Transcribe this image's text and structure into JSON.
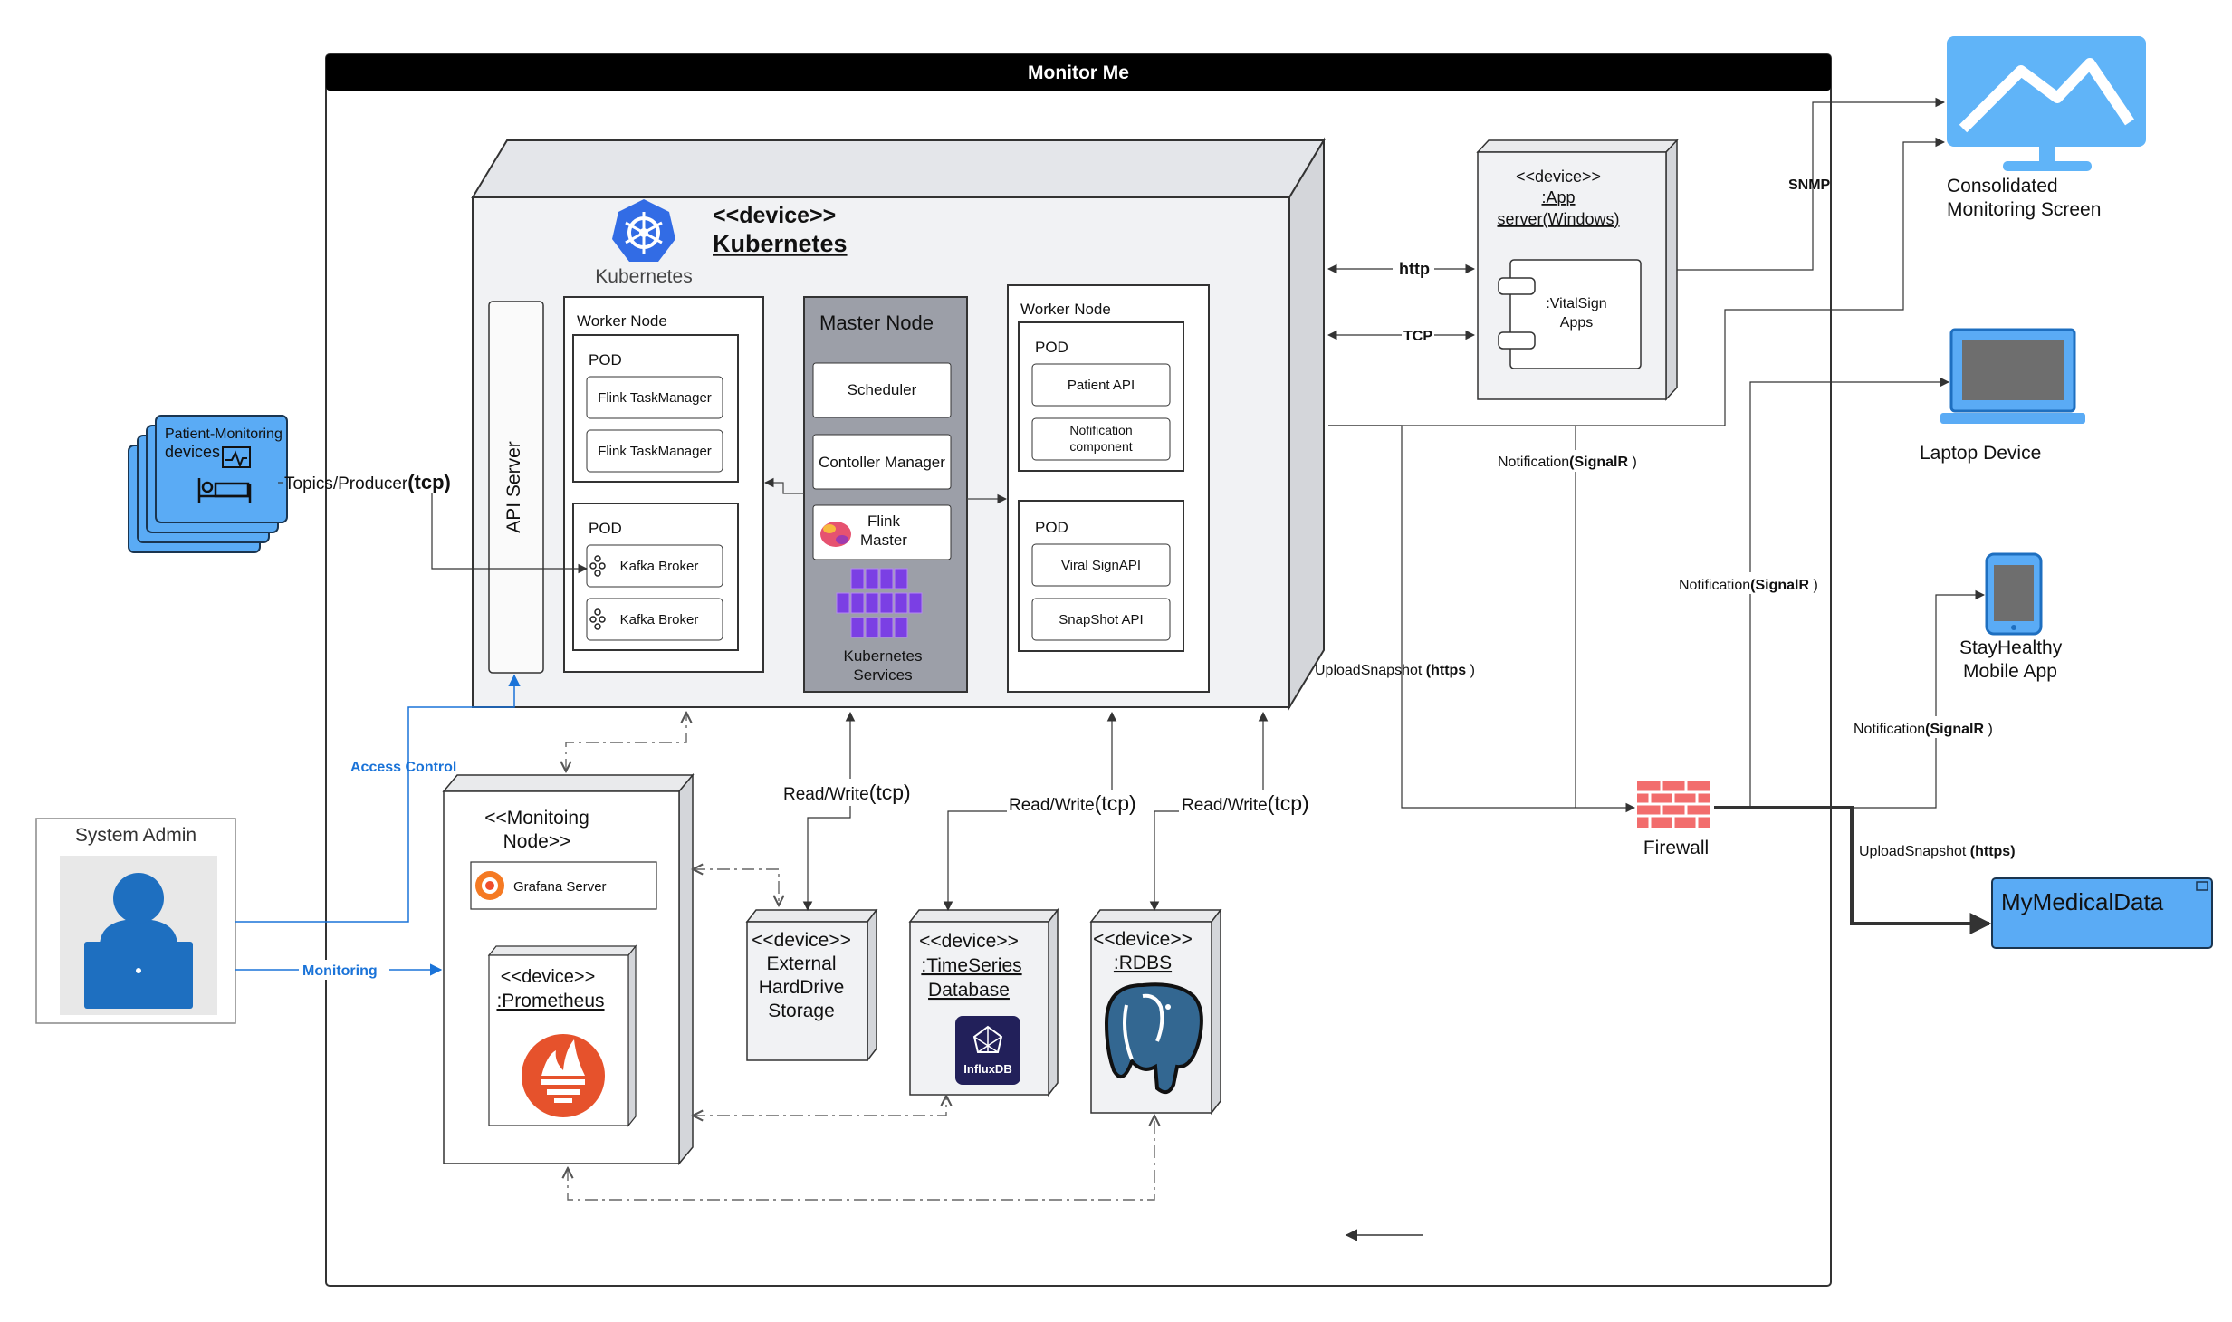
{
  "title": "Monitor Me",
  "kubernetes": {
    "stereotype": "<<device>>",
    "name": "Kubernetes",
    "logo_caption": "Kubernetes",
    "api_server": "API Server",
    "worker_node_1": {
      "label": "Worker Node",
      "pod1": {
        "label": "POD",
        "items": [
          "Flink TaskManager",
          "Flink TaskManager"
        ]
      },
      "pod2": {
        "label": "POD",
        "items": [
          "Kafka Broker",
          "Kafka Broker"
        ]
      }
    },
    "master_node": {
      "label": "Master Node",
      "items": [
        "Scheduler",
        "Contoller Manager"
      ],
      "flink_master": [
        "Flink",
        "Master"
      ],
      "services_caption": [
        "Kubernetes",
        "Services"
      ]
    },
    "worker_node_2": {
      "label": "Worker Node",
      "pod1": {
        "label": "POD",
        "items": [
          "Patient API"
        ],
        "notification": [
          "Nofification",
          "component"
        ]
      },
      "pod2": {
        "label": "POD",
        "items": [
          "Viral SignAPI",
          "SnapShot API"
        ]
      }
    }
  },
  "patient_devices": {
    "label_line1": "Patient-Monitoring",
    "label_line2": "devices",
    "link_prefix": "Topics/Producer",
    "link_proto": "(tcp)"
  },
  "app_server": {
    "stereotype": "<<device>>",
    "name_line1": ":App",
    "name_line2": "server(Windows)",
    "component_line1": ":VitalSign",
    "component_line2": "Apps",
    "link_http": "http",
    "link_tcp": "TCP"
  },
  "system_admin": {
    "label": "System Admin",
    "access_control": "Access Control",
    "monitoring": "Monitoring"
  },
  "monitoring_node": {
    "title_line1": "<<Monitoing",
    "title_line2": "Node>>",
    "grafana": "Grafana Server",
    "prometheus_stereotype": "<<device>>",
    "prometheus_name": ":Prometheus"
  },
  "storage": {
    "external": {
      "line1": "<<device>>",
      "line2": "External",
      "line3": "HardDrive",
      "line4": "Storage"
    },
    "timeseries": {
      "line1": "<<device>>",
      "line2": ":TimeSeries",
      "line3": "Database",
      "logo": "InfluxDB"
    },
    "rdbs": {
      "line1": "<<device>>",
      "line2": ":RDBS"
    },
    "rw_label": "Read/Write",
    "rw_proto": "(tcp)"
  },
  "right_side": {
    "snmp": "SNMP",
    "consolidated_line1": "Consolidated",
    "consolidated_line2": "Monitoring Screen",
    "laptop": "Laptop Device",
    "mobile_line1": "StayHealthy",
    "mobile_line2": "Mobile App",
    "firewall": "Firewall",
    "mymedicaldata": "MyMedicalData",
    "notification_prefix": "Notification",
    "notification_proto": "(SignalR",
    "notification_close": " )",
    "upload_prefix": "UploadSnapshot ",
    "upload_proto": "(https",
    "upload_close": " )",
    "upload2_prefix": "UploadSnapshot ",
    "upload2_proto": "(https)"
  },
  "colors": {
    "blue_device": "#5aabf5",
    "monitor_blue": "#60b4f8",
    "k8s_blue": "#326ce5",
    "firewall_red": "#f26d6d",
    "prometheus_orange": "#e6522c",
    "influx_purple": "#22205a",
    "services_purple": "#7b3fe4",
    "link_blue": "#1a73d8"
  }
}
